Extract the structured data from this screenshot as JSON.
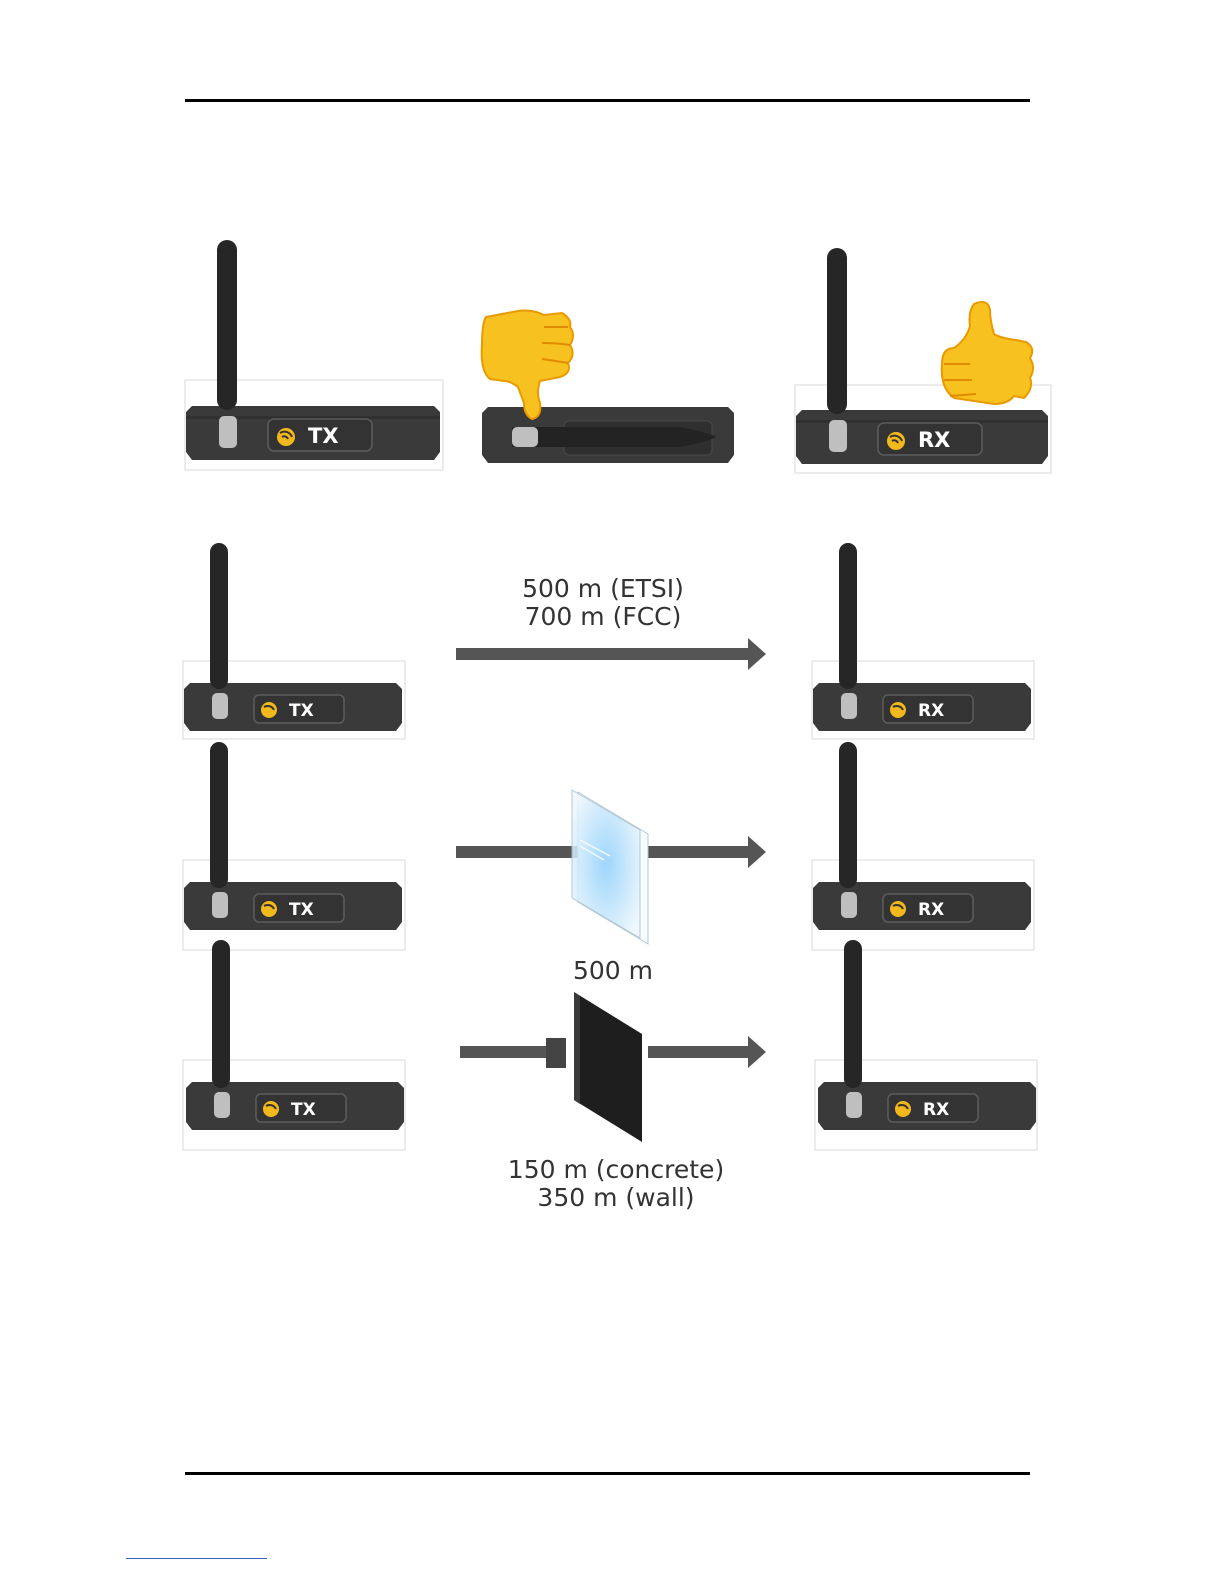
{
  "devices": {
    "tx_label": "TX",
    "rx_label": "RX",
    "logo_color": "#f2b81c",
    "body_color": "#3a3a3a"
  },
  "range": {
    "open_air_line1": "500 m (ETSI)",
    "open_air_line2": "700 m (FCC)",
    "glass": "500 m",
    "obstacle_line1": "150 m (concrete)",
    "obstacle_line2": "350 m (wall)"
  },
  "icons": {
    "bad": "thumbs-down-icon",
    "good": "thumbs-up-icon",
    "glass": "glass-pane-icon",
    "wall": "wall-icon",
    "arrow": "arrow-right-icon",
    "logo": "signal-logo-icon"
  },
  "colors": {
    "arrow": "#555555",
    "emoji": "#f7c21f",
    "emoji_outline": "#e08a00",
    "glass": "#cde8fb",
    "wall": "#1e1e1e"
  }
}
